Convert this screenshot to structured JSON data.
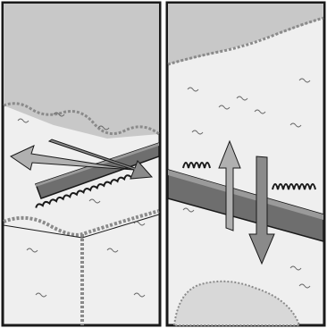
{
  "illustration": {
    "panels": [
      {
        "id": "left",
        "motion": "horizontal-slide"
      },
      {
        "id": "right",
        "motion": "vertical-slide"
      }
    ],
    "colors": {
      "wall": "#c8c8c8",
      "carpet": "#efefef",
      "outline": "#1a1a1a",
      "strip": "#6e6e6e",
      "arrow": "#8a8a8a"
    }
  }
}
